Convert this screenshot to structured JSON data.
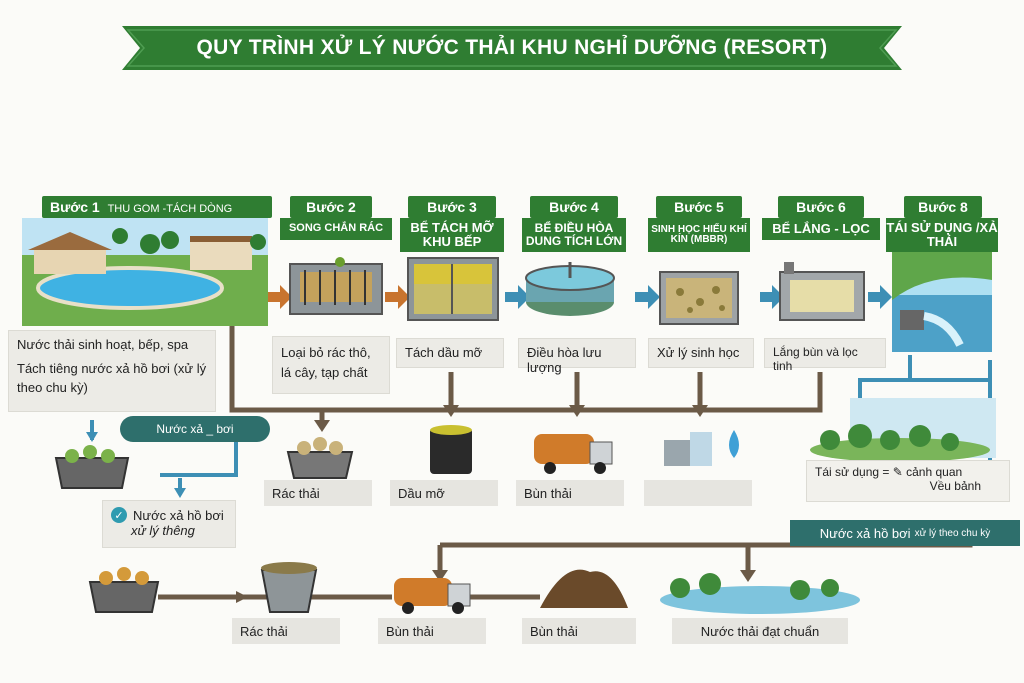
{
  "title": "QUY TRÌNH XỬ LÝ NƯỚC THẢI KHU NGHỈ DƯỠNG (RESORT)",
  "steps": [
    {
      "label": "Bước 1",
      "name": "THU GOM -TÁCH DÒNG",
      "desc": [
        "Nước thải sinh hoạt, bếp, spa",
        "Tách tiêng nước xả hồ bơi (xử lý theo chu kỳ)"
      ]
    },
    {
      "label": "Bước 2",
      "name": "SONG CHẮN RÁC",
      "desc": "Loại bỏ rác thô, lá cây, tạp chất"
    },
    {
      "label": "Bước 3",
      "name": "BỂ TÁCH MỠ KHU BẾP",
      "desc": "Tách dầu mỡ"
    },
    {
      "label": "Bước 4",
      "name": "BỂ ĐIỀU HÒA DUNG TÍCH LỚN",
      "desc": "Điều hòa lưu lượng"
    },
    {
      "label": "Bước 5",
      "name": "SINH HỌC HIẾU KHÍ KÍN (MBBR)",
      "desc": "Xử lý sinh học"
    },
    {
      "label": "Bước 6",
      "name": "BỂ LẮNG - LỌC",
      "desc": "Lắng bùn và lọc tinh"
    },
    {
      "label": "Bước 8",
      "name": "TÁI SỬ DỤNG /XẢ THẢI",
      "desc": ""
    }
  ],
  "pool_pill": "Nước xả _ bơi",
  "outputs_row1": [
    "Rác thải",
    "Dầu mỡ",
    "Bùn thải",
    ""
  ],
  "reuse_text": "Tái sử dụng = ✎ cảnh quan",
  "reuse_sub": "Vều bảnh",
  "pool_treated": [
    "Nước xả hồ bơi",
    "xử lý thêng"
  ],
  "pool_banner": {
    "main": "Nước xả hồ bơi",
    "sub": "xử lý theo chu kỳ"
  },
  "outputs_row2": [
    "Rác thải",
    "Bùn thải",
    "Bùn thải",
    "Nước thải đạt chuẩn"
  ],
  "colors": {
    "green": "#2f7d32",
    "teal": "#2e6f6c",
    "pipe_brown": "#6b5a47",
    "arrow_orange": "#c8742e",
    "arrow_blue": "#3d8fb5"
  }
}
